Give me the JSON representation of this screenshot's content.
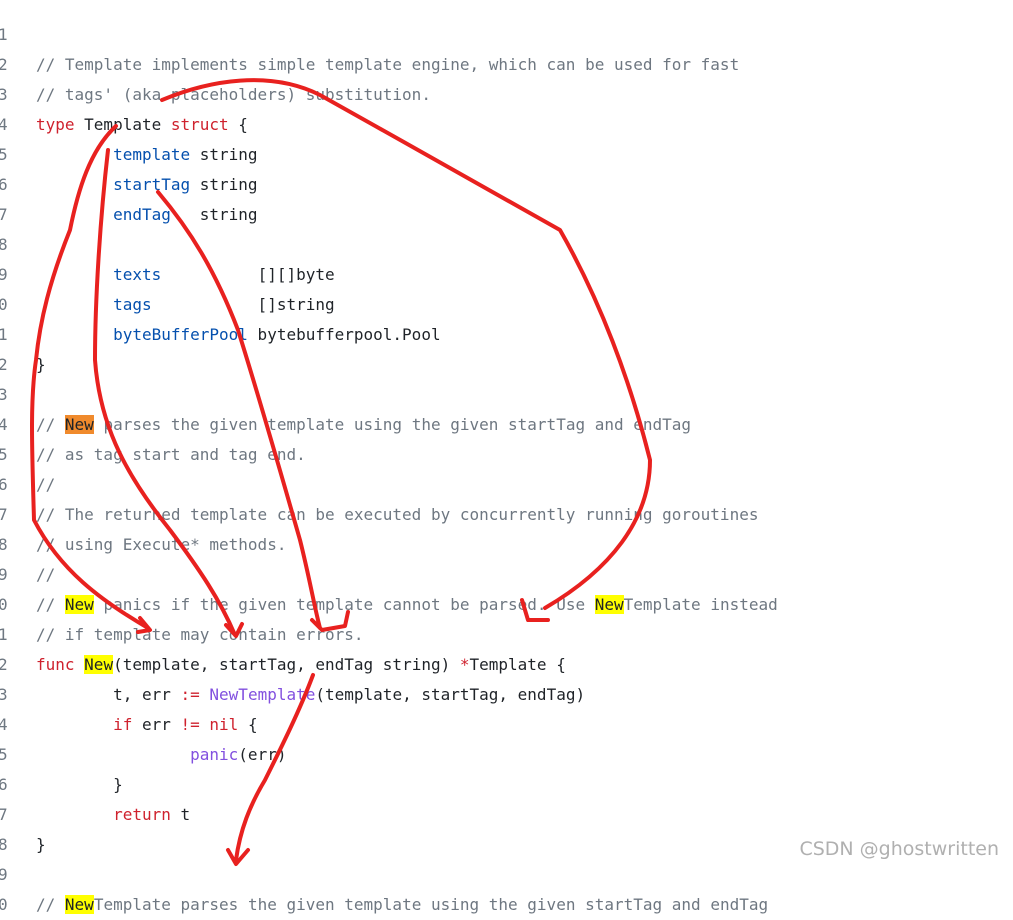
{
  "code_lines": [
    {
      "n": "1",
      "tokens": []
    },
    {
      "n": "2",
      "tokens": [
        {
          "t": "// Template implements simple template engine, which can be used for fast",
          "c": "cm"
        }
      ]
    },
    {
      "n": "3",
      "tokens": [
        {
          "t": "// tags' (aka placeholders) substitution.",
          "c": "cm"
        }
      ]
    },
    {
      "n": "4",
      "tokens": [
        {
          "t": "type",
          "c": "kw"
        },
        {
          "t": " Template "
        },
        {
          "t": "struct",
          "c": "kw"
        },
        {
          "t": " {"
        }
      ]
    },
    {
      "n": "5",
      "tokens": [
        {
          "t": "        "
        },
        {
          "t": "template",
          "c": "fd"
        },
        {
          "t": " string"
        }
      ]
    },
    {
      "n": "6",
      "tokens": [
        {
          "t": "        "
        },
        {
          "t": "startTag",
          "c": "fd"
        },
        {
          "t": " string"
        }
      ]
    },
    {
      "n": "7",
      "tokens": [
        {
          "t": "        "
        },
        {
          "t": "endTag",
          "c": "fd"
        },
        {
          "t": "   string"
        }
      ]
    },
    {
      "n": "8",
      "tokens": []
    },
    {
      "n": "9",
      "tokens": [
        {
          "t": "        "
        },
        {
          "t": "texts",
          "c": "fd"
        },
        {
          "t": "          [][]byte"
        }
      ]
    },
    {
      "n": "0",
      "tokens": [
        {
          "t": "        "
        },
        {
          "t": "tags",
          "c": "fd"
        },
        {
          "t": "           []string"
        }
      ]
    },
    {
      "n": "1",
      "tokens": [
        {
          "t": "        "
        },
        {
          "t": "byteBufferPool",
          "c": "fd"
        },
        {
          "t": " bytebufferpool.Pool"
        }
      ]
    },
    {
      "n": "2",
      "tokens": [
        {
          "t": "}"
        }
      ]
    },
    {
      "n": "3",
      "tokens": []
    },
    {
      "n": "4",
      "tokens": [
        {
          "t": "// ",
          "c": "cm"
        },
        {
          "t": "New",
          "c": "hl2"
        },
        {
          "t": " parses the given template using the given startTag and endTag",
          "c": "cm"
        }
      ]
    },
    {
      "n": "5",
      "tokens": [
        {
          "t": "// as tag start and tag end.",
          "c": "cm"
        }
      ]
    },
    {
      "n": "6",
      "tokens": [
        {
          "t": "//",
          "c": "cm"
        }
      ]
    },
    {
      "n": "7",
      "tokens": [
        {
          "t": "// The returned template can be executed by concurrently running goroutines",
          "c": "cm"
        }
      ]
    },
    {
      "n": "8",
      "tokens": [
        {
          "t": "// using Execute* methods.",
          "c": "cm"
        }
      ]
    },
    {
      "n": "9",
      "tokens": [
        {
          "t": "//",
          "c": "cm"
        }
      ]
    },
    {
      "n": "0",
      "tokens": [
        {
          "t": "// ",
          "c": "cm"
        },
        {
          "t": "New",
          "c": "hl"
        },
        {
          "t": " panics if the given template cannot be parsed. Use ",
          "c": "cm"
        },
        {
          "t": "New",
          "c": "hl"
        },
        {
          "t": "Template instead",
          "c": "cm"
        }
      ]
    },
    {
      "n": "1",
      "tokens": [
        {
          "t": "// if template may contain errors.",
          "c": "cm"
        }
      ]
    },
    {
      "n": "2",
      "tokens": [
        {
          "t": "func",
          "c": "kw"
        },
        {
          "t": " "
        },
        {
          "t": "New",
          "c": "hl"
        },
        {
          "t": "(template, startTag, endTag string) "
        },
        {
          "t": "*",
          "c": "kw"
        },
        {
          "t": "Template {"
        }
      ]
    },
    {
      "n": "3",
      "tokens": [
        {
          "t": "        t, err "
        },
        {
          "t": ":=",
          "c": "kw"
        },
        {
          "t": " "
        },
        {
          "t": "NewTemplate",
          "c": "fn"
        },
        {
          "t": "(template, startTag, endTag)"
        }
      ]
    },
    {
      "n": "4",
      "tokens": [
        {
          "t": "        "
        },
        {
          "t": "if",
          "c": "kw"
        },
        {
          "t": " err "
        },
        {
          "t": "!=",
          "c": "kw"
        },
        {
          "t": " "
        },
        {
          "t": "nil",
          "c": "kw"
        },
        {
          "t": " {"
        }
      ]
    },
    {
      "n": "5",
      "tokens": [
        {
          "t": "                "
        },
        {
          "t": "panic",
          "c": "fn"
        },
        {
          "t": "(err)"
        }
      ]
    },
    {
      "n": "6",
      "tokens": [
        {
          "t": "        }"
        }
      ]
    },
    {
      "n": "7",
      "tokens": [
        {
          "t": "        "
        },
        {
          "t": "return",
          "c": "kw"
        },
        {
          "t": " t"
        }
      ]
    },
    {
      "n": "8",
      "tokens": [
        {
          "t": "}"
        }
      ]
    },
    {
      "n": "9",
      "tokens": []
    },
    {
      "n": "0",
      "tokens": [
        {
          "t": "// ",
          "c": "cm"
        },
        {
          "t": "New",
          "c": "hl"
        },
        {
          "t": "Template parses the given template using the given startTag and endTag",
          "c": "cm"
        }
      ]
    }
  ],
  "annotation_color": "#e8211f",
  "watermark": "CSDN @ghostwritten"
}
